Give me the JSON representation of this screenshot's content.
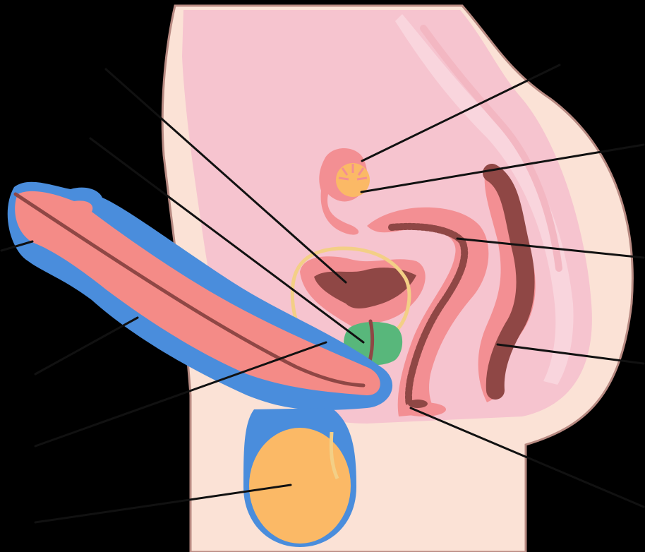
{
  "figure": {
    "labels": [],
    "colors": {
      "background": "#000000",
      "body_skin": "#fbe2d6",
      "body_outline": "#b88a82",
      "pelvic_cavity": "#f6c4cf",
      "pelvic_cavity_light": "#f9d5dd",
      "tissue_pink": "#f38f93",
      "tissue_dark": "#8f4745",
      "penis_outer": "#4a8ddc",
      "penis_inner": "#f48b87",
      "testis": "#fbb966",
      "testis_outline": "#4a8ddc",
      "prostate": "#58b77b",
      "duct_yellow": "#f3cf86",
      "leader_line": "#111111"
    },
    "structures": [
      "penis",
      "urethra",
      "bladder",
      "prostate",
      "vas-deferens",
      "seminal-vesicle",
      "rectum",
      "colon",
      "testis",
      "anus",
      "spine"
    ]
  }
}
